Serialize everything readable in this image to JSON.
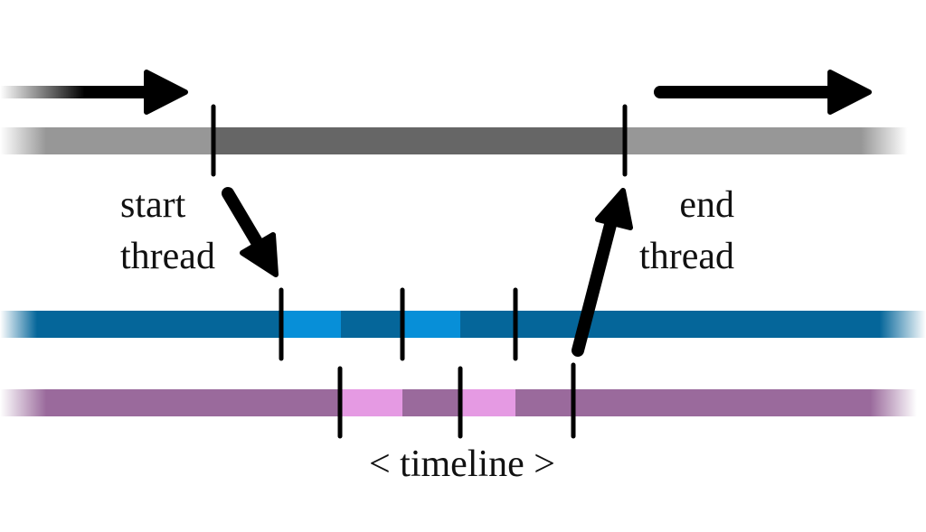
{
  "labels": {
    "start_line1": "start",
    "start_line2": "thread",
    "end_line1": "end",
    "end_line2": "thread",
    "timeline": "< timeline >"
  },
  "colors": {
    "main_track_light": "#979797",
    "main_track_dark": "#666666",
    "thread_a_base": "#05669a",
    "thread_a_highlight": "#078fd8",
    "thread_b_base": "#9a6a9c",
    "thread_b_highlight": "#e59ae3",
    "arrow": "#000000",
    "tick": "#000000"
  }
}
